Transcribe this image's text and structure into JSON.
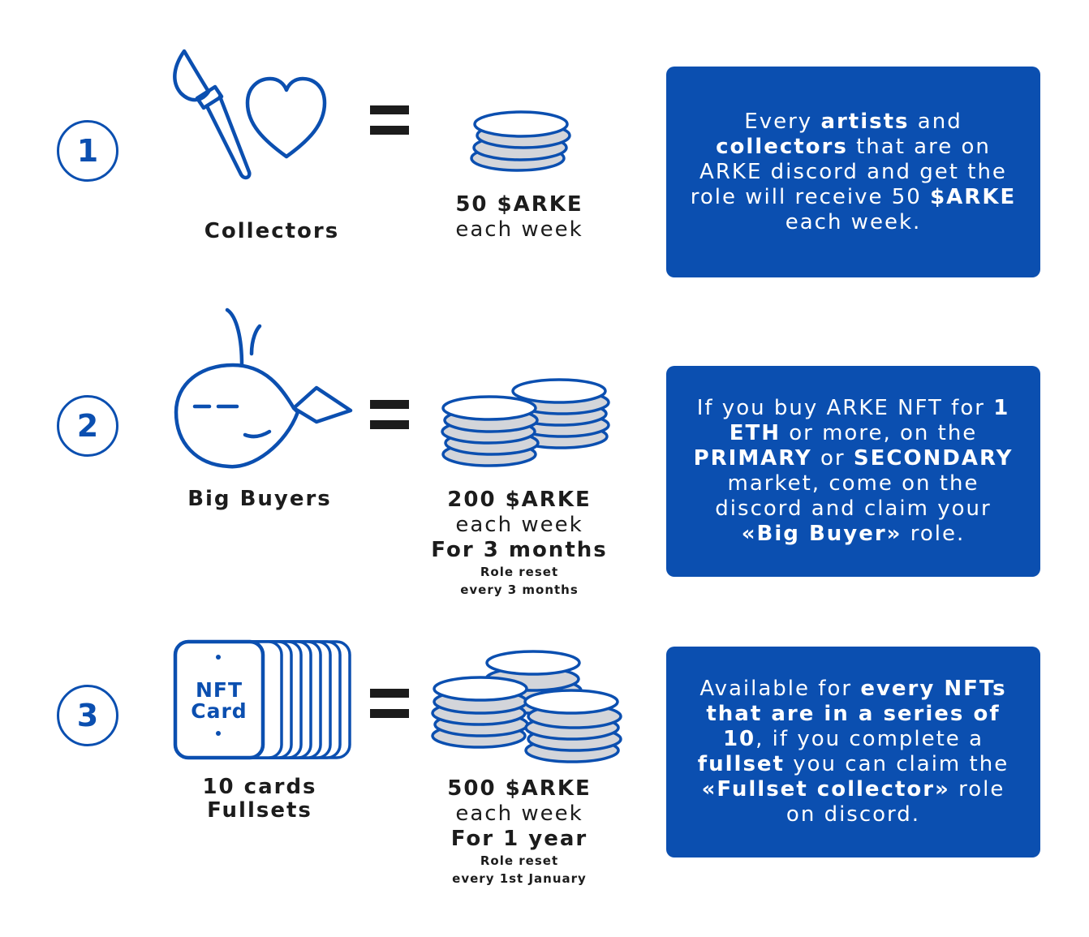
{
  "rows": [
    {
      "number": "1",
      "label": "Collectors",
      "reward_amount": "50 $ARKE",
      "reward_period": "each week",
      "description": [
        "Every ",
        "artists",
        " and ",
        "collectors",
        " that are on ARKE discord and get the role will receive 50 ",
        "$ARKE",
        " each week."
      ]
    },
    {
      "number": "2",
      "label": "Big Buyers",
      "reward_amount": "200 $ARKE",
      "reward_period": "each week",
      "reward_duration": "For 3 months",
      "reset_line1": "Role reset",
      "reset_line2": "every 3 months",
      "description": [
        "If you buy ARKE NFT for ",
        "1 ETH",
        " or more, on the ",
        "PRIMARY",
        " or ",
        "SECONDARY",
        " market, come on the discord and claim your ",
        "«Big Buyer»",
        " role."
      ]
    },
    {
      "number": "3",
      "label_line1": "10 cards",
      "label_line2": "Fullsets",
      "card_text_line1": "NFT",
      "card_text_line2": "Card",
      "reward_amount": "500 $ARKE",
      "reward_period": "each week",
      "reward_duration": "For 1 year",
      "reset_line1": "Role reset",
      "reset_line2": "every 1st January",
      "description": [
        "Available for ",
        "every NFTs that are in a series of 10",
        ", if you complete a ",
        "fullset",
        " you can claim the ",
        "«Fullset collector»",
        " role on discord."
      ]
    }
  ],
  "icons": {
    "row1": "paintbrush-heart-icon",
    "row2": "whale-icon",
    "row3": "nft-card-stack-icon",
    "coins": "coin-stack-icon"
  },
  "colors": {
    "brand_blue": "#0b4fb0",
    "text_dark": "#1c1c1c",
    "coin_fill": "#d3d5da"
  }
}
